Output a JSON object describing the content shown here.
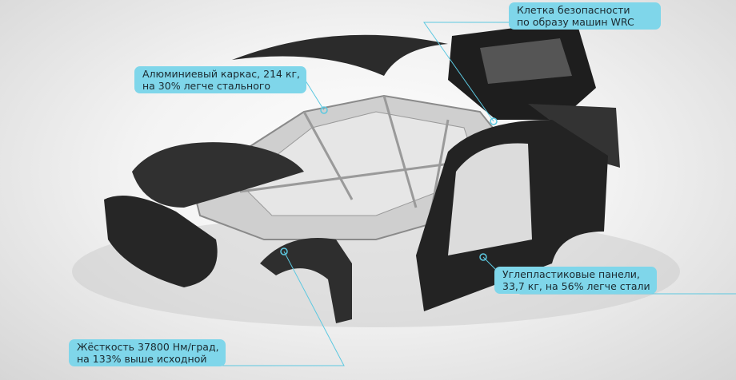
{
  "callouts": [
    {
      "id": "cage",
      "lines": [
        "Клетка безопасности",
        "по образу машин WRC"
      ]
    },
    {
      "id": "frame",
      "lines": [
        "Алюминиевый каркас, 214 кг,",
        "на 30% легче стального"
      ]
    },
    {
      "id": "panels",
      "lines": [
        "Углепластиковые панели,",
        "33,7 кг, на 56% легче стали"
      ]
    },
    {
      "id": "stiffness",
      "lines": [
        "Жёсткость 37800 Нм/град,",
        "на 133% выше исходной"
      ]
    }
  ],
  "colors": {
    "callout": "#7fd6ea",
    "line": "#5cc8e0",
    "carbon": "#2a2a2a",
    "aluminum": "#c8c8c8"
  }
}
